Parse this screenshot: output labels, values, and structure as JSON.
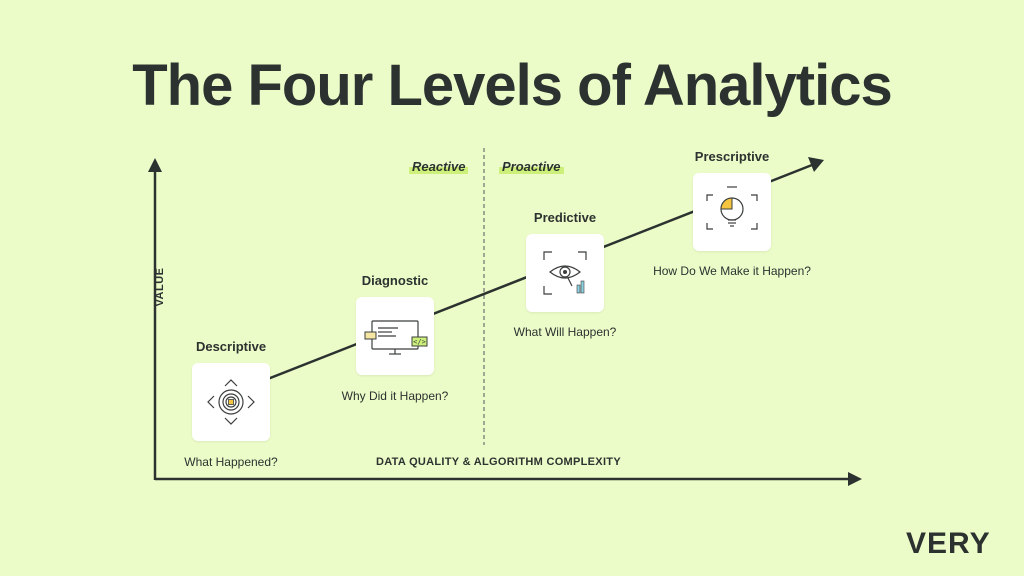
{
  "title": "The Four Levels of Analytics",
  "y_axis_label": "VALUE",
  "x_axis_label": "DATA QUALITY & ALGORITHM COMPLEXITY",
  "phases": {
    "reactive": "Reactive",
    "proactive": "Proactive"
  },
  "stages": [
    {
      "name": "Descriptive",
      "question": "What Happened?",
      "icon": "target-navigation-icon"
    },
    {
      "name": "Diagnostic",
      "question": "Why Did it Happen?",
      "icon": "monitor-code-icon"
    },
    {
      "name": "Predictive",
      "question": "What Will Happen?",
      "icon": "eye-chart-icon"
    },
    {
      "name": "Prescriptive",
      "question": "How Do We Make it Happen?",
      "icon": "lightbulb-brain-icon"
    }
  ],
  "logo": "VERY",
  "colors": {
    "background": "#ecfcc8",
    "text": "#2b3230",
    "highlight": "#cdf07a",
    "accent": "#f5c542"
  }
}
